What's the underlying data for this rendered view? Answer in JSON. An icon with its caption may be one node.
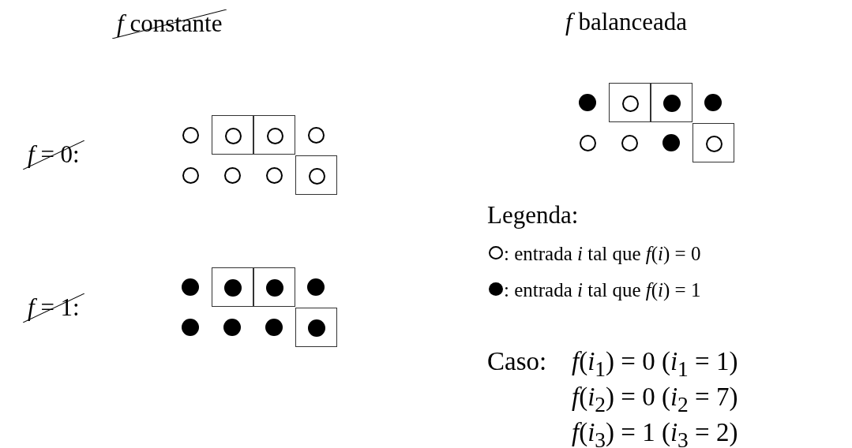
{
  "diagram": {
    "nodes": [
      {
        "text": [],
        "shape": "circle"
      },
      {
        "text": [],
        "shape": "box"
      },
      {
        "text": [],
        "shape": "circle",
        "in": 1
      },
      {
        "text": [],
        "shape": "box"
      },
      {
        "text": [],
        "shape": "circle",
        "in": 3
      },
      {
        "text": [],
        "shape": "circle"
      },
      {
        "text": [],
        "shape": "circle"
      },
      {
        "text": [],
        "shape": "circle"
      },
      {
        "text": [],
        "shape": "circle"
      },
      {
        "text": [],
        "shape": "box"
      },
      {
        "text": [],
        "shape": "circle",
        "in": 9
      },
      {
        "text": [],
        "shape": "dot"
      },
      {
        "text": [],
        "shape": "box"
      },
      {
        "text": [],
        "shape": "dot",
        "in": 12
      },
      {
        "text": [],
        "shape": "box"
      },
      {
        "text": [],
        "shape": "dot",
        "in": 14
      },
      {
        "text": [],
        "shape": "dot"
      },
      {
        "text": [],
        "shape": "dot"
      },
      {
        "text": [],
        "shape": "dot"
      },
      {
        "text": [],
        "shape": "dot"
      },
      {
        "text": [],
        "shape": "box"
      },
      {
        "text": [],
        "shape": "dot",
        "in": 20
      },
      {
        "text": [],
        "shape": "dot"
      },
      {
        "text": [],
        "shape": "box"
      },
      {
        "text": [],
        "shape": "circle",
        "in": 23
      },
      {
        "text": [],
        "shape": "box"
      },
      {
        "text": [],
        "shape": "dot",
        "in": 25
      },
      {
        "text": [],
        "shape": "dot"
      },
      {
        "text": [],
        "shape": "circle"
      },
      {
        "text": [],
        "shape": "circle"
      },
      {
        "text": [],
        "shape": "dot"
      },
      {
        "text": [],
        "shape": "box"
      },
      {
        "text": [],
        "shape": "circle",
        "in": 31
      }
    ],
    "labels": [
      "*f* constante",
      "*f* balanceada",
      "*f* = 0:",
      "*f* = 1:",
      "Legenda:",
      "Caso:",
      "*f*(*i*$_{1}$) = 0 (*i*$_{1}$ = 1)",
      "*f*(*i*$_{2}$) = 0 (*i*$_{2}$ = 7)",
      "*f*(*i*$_{3}$) = 1 (*i*$_{3}$ = 2)"
    ],
    "legend": [
      {
        "text": ": entrada *i* tal que *f*(*i*) = 0"
      },
      {
        "text": ": entrada *i* tal que *f*(*i*) = 1"
      }
    ]
  }
}
